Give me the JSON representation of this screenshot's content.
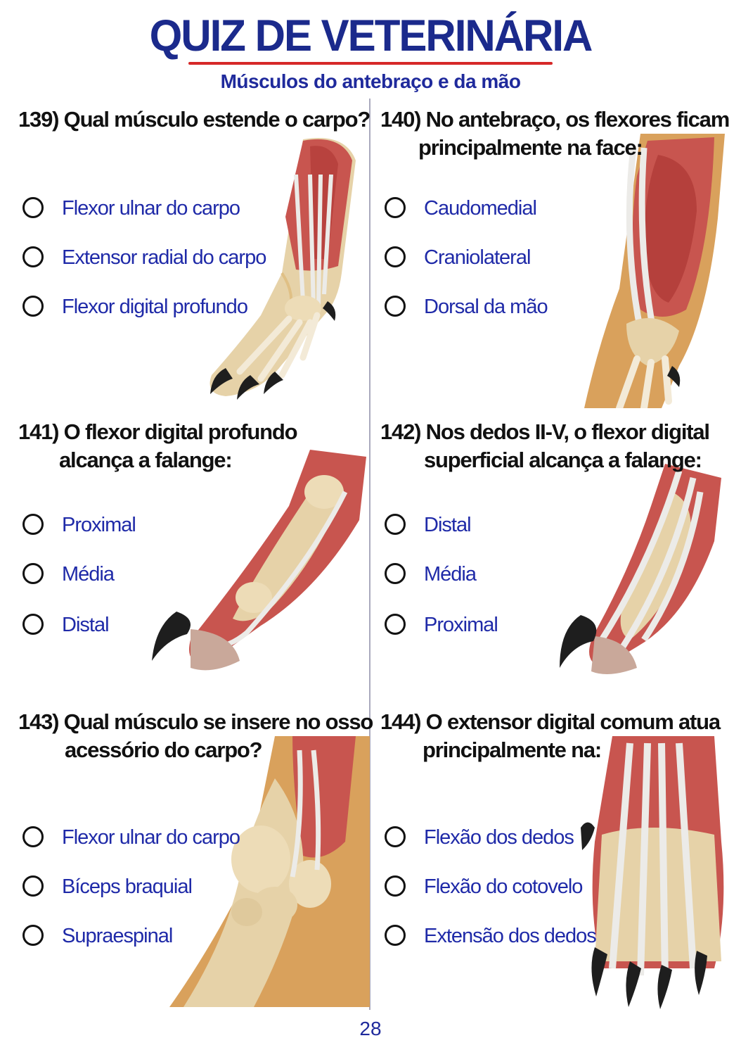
{
  "header": {
    "title": "QUIZ DE VETERINÁRIA",
    "subtitle": "Músculos do antebraço e da mão"
  },
  "colors": {
    "title": "#1b2a8c",
    "underline": "#d62828",
    "option_text": "#1f2aa8",
    "muscle": "#c8554f",
    "bone": "#e6d2a8",
    "tendon": "#e9e6e2",
    "claw": "#1e1e1e",
    "fur": "#d9a15c"
  },
  "questions": [
    {
      "number": "139)",
      "lines": [
        "Qual músculo estende o carpo?"
      ],
      "options": [
        "Flexor ulnar do carpo",
        "Extensor radial do carpo",
        "Flexor digital profundo"
      ],
      "illustration": "forelimb-paw-lateral-illustration"
    },
    {
      "number": "140)",
      "lines": [
        "No antebraço, os flexores ficam",
        "principalmente na face:"
      ],
      "options": [
        "Caudomedial",
        "Craniolateral",
        "Dorsal da mão"
      ],
      "illustration": "forearm-flexor-muscles-illustration"
    },
    {
      "number": "141)",
      "lines": [
        "O flexor digital profundo",
        "alcança a falange:"
      ],
      "options": [
        "Proximal",
        "Média",
        "Distal"
      ],
      "illustration": "digit-deep-flexor-illustration"
    },
    {
      "number": "142)",
      "lines": [
        "Nos dedos II-V, o flexor digital",
        "superficial alcança a falange:"
      ],
      "options": [
        "Distal",
        "Média",
        "Proximal"
      ],
      "illustration": "digit-superficial-flexor-illustration"
    },
    {
      "number": "143)",
      "lines": [
        "Qual músculo se insere no osso",
        "acessório do carpo?"
      ],
      "options": [
        "Flexor ulnar do carpo",
        "Bíceps braquial",
        "Supraespinal"
      ],
      "illustration": "carpus-accessory-bone-illustration"
    },
    {
      "number": "144)",
      "lines": [
        "O extensor digital comum atua",
        "principalmente na:"
      ],
      "options": [
        "Flexão dos dedos",
        "Flexão do cotovelo",
        "Extensão dos dedos"
      ],
      "illustration": "paw-extensor-tendons-illustration"
    }
  ],
  "footer": {
    "page_number": "28"
  }
}
